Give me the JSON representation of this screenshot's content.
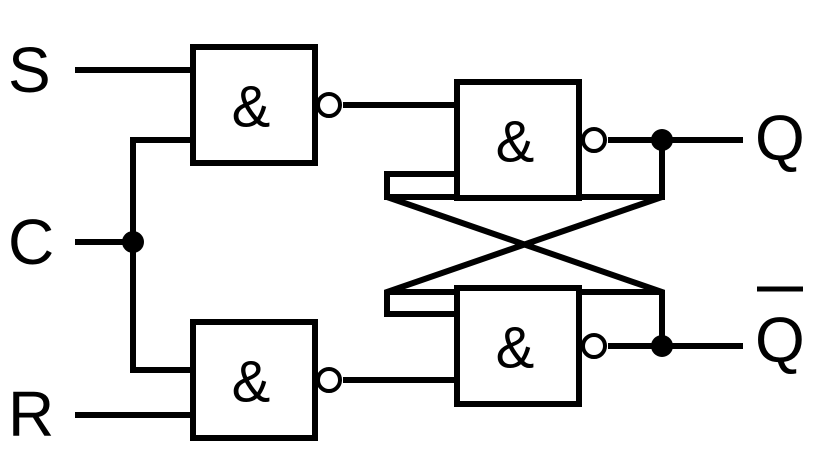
{
  "inputs": {
    "s": "S",
    "c": "C",
    "r": "R"
  },
  "outputs": {
    "q": "Q",
    "q_bar": "Q"
  },
  "gates": {
    "top_left": "&",
    "bottom_left": "&",
    "top_right": "&",
    "bottom_right": "&"
  },
  "colors": {
    "stroke": "#000000",
    "background": "#ffffff"
  }
}
